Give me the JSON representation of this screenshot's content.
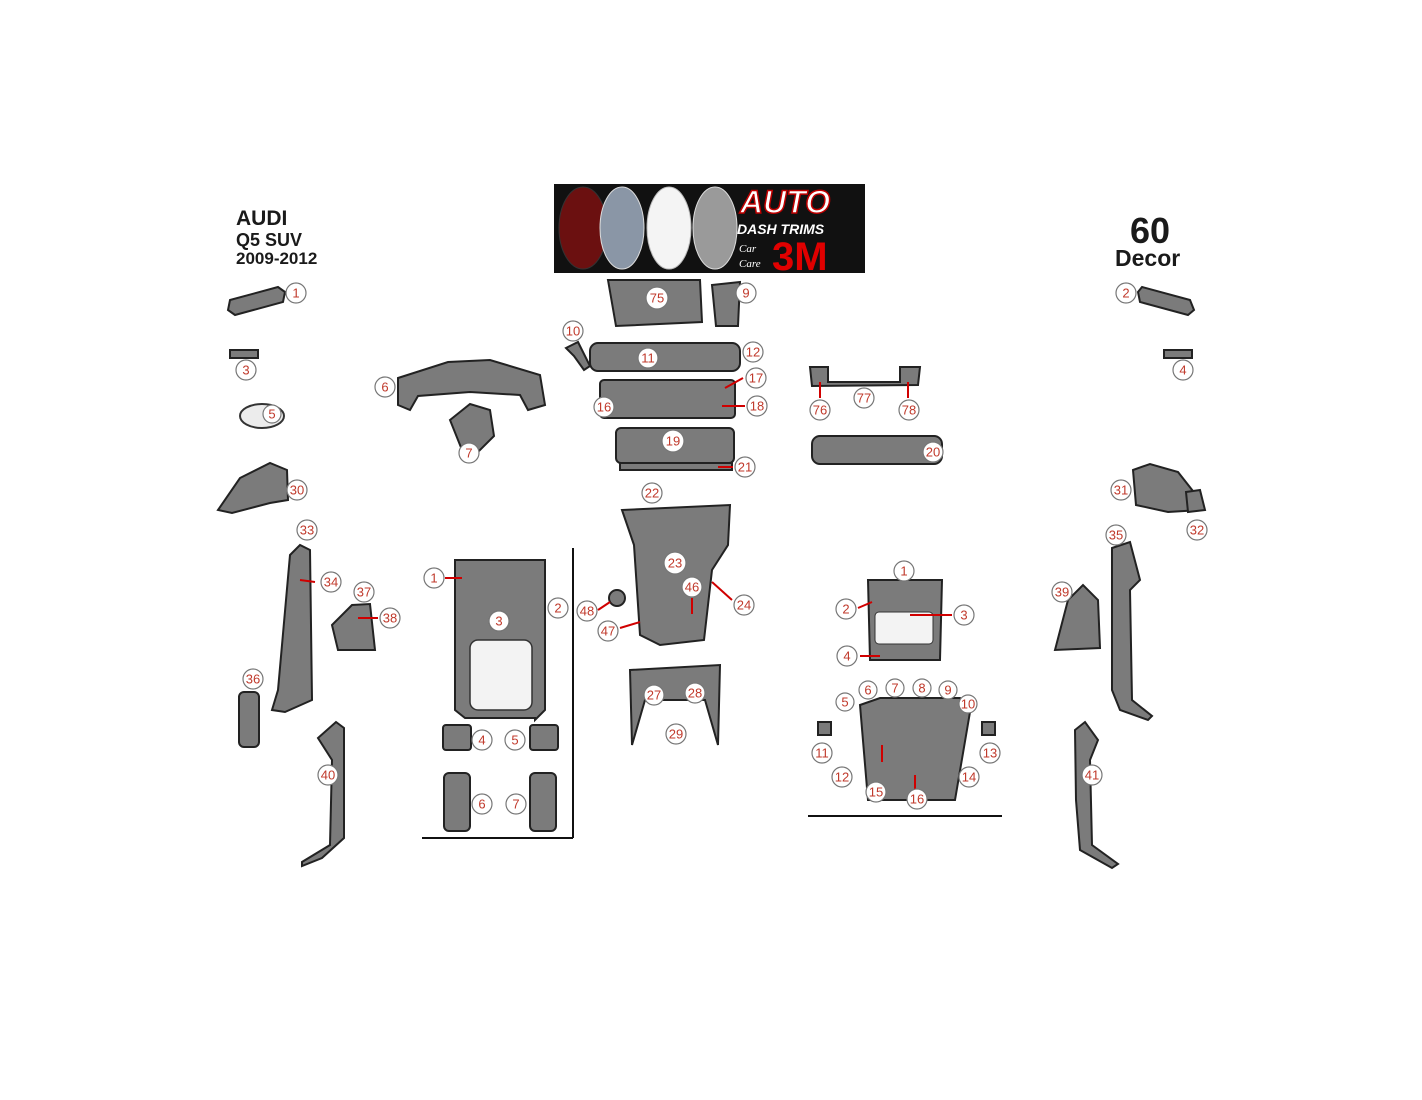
{
  "header": {
    "make": "AUDI",
    "model": "Q5 SUV",
    "years": "2009-2012",
    "kit_number": "60",
    "kit_name": "Decor"
  },
  "banner": {
    "title": "AUTO",
    "subtitle": "DASH TRIMS",
    "small_top": "Car",
    "small_bottom": "Care",
    "brand": "3M"
  },
  "colors": {
    "callout": "#c0392b",
    "arrow": "#d00000",
    "part_fill": "#7b7b7b"
  },
  "callouts": {
    "left_door": [
      "1",
      "3",
      "5",
      "30",
      "33",
      "34",
      "37",
      "38",
      "36",
      "40"
    ],
    "dash_cluster": [
      "6",
      "7"
    ],
    "console_left": [
      "1",
      "2",
      "3",
      "4",
      "5",
      "6",
      "7"
    ],
    "center_stack": [
      "75",
      "9",
      "10",
      "11",
      "12",
      "17",
      "16",
      "18",
      "19",
      "21",
      "22",
      "23",
      "46",
      "24",
      "48",
      "47",
      "27",
      "28",
      "29"
    ],
    "right_upper": [
      "76",
      "77",
      "78",
      "20"
    ],
    "console_right": [
      "1",
      "2",
      "3",
      "4",
      "5",
      "6",
      "7",
      "8",
      "9",
      "10",
      "11",
      "12",
      "13",
      "14",
      "15",
      "16"
    ],
    "right_door": [
      "2",
      "4",
      "31",
      "32",
      "35",
      "39",
      "41"
    ]
  }
}
